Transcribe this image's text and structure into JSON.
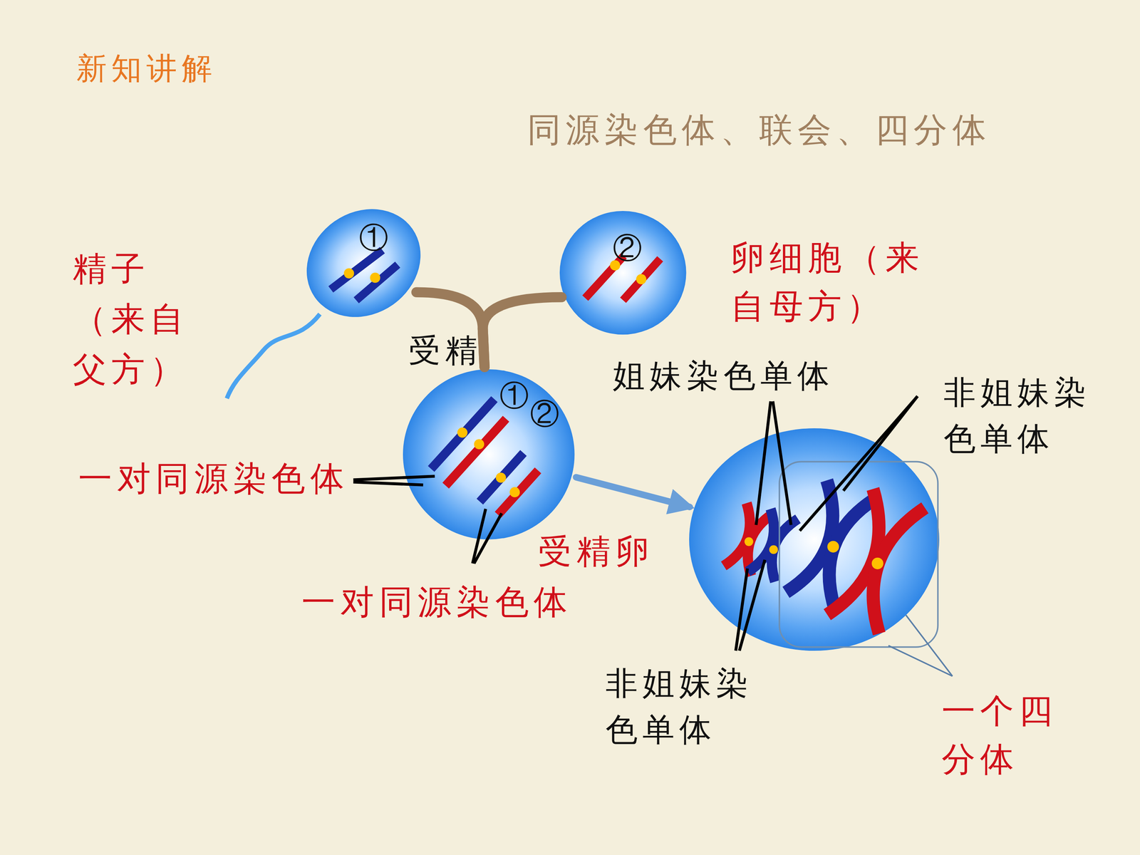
{
  "diagram": {
    "title": "同源染色体、联会、四分体",
    "nodes": [
      {
        "text": [
          "①",
          "精子（来自父方）"
        ]
      },
      {
        "text": [
          "②",
          "卵细胞（来自母方）"
        ]
      },
      {
        "text": [
          "①",
          "②",
          "受精卵"
        ]
      },
      {
        "text": [
          "一个四分体"
        ]
      }
    ],
    "edges": [
      {
        "from": 0,
        "to": 2,
        "arrow": "none"
      },
      {
        "from": 1,
        "to": 2,
        "arrow": "none"
      },
      {
        "from": 2,
        "to": 3,
        "arrow": "to"
      }
    ],
    "labels": [
      "新知讲解",
      "受精",
      "一对同源染色体",
      "一对同源染色体",
      "姐妹染色单体",
      "非姐妹染色单体",
      "非姐妹染色单体"
    ]
  }
}
